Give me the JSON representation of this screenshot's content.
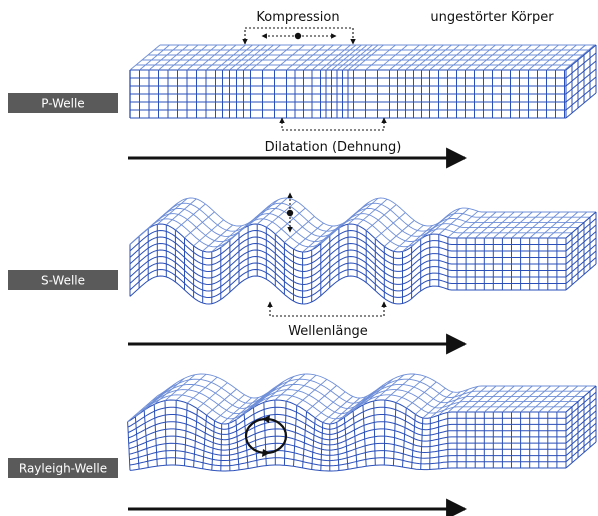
{
  "colors": {
    "mesh": "#2a4fb8",
    "mesh_light": "#6f8fd8",
    "label_bg": "#5a5a5a",
    "label_text": "#ffffff",
    "arrow": "#111111",
    "annotation": "#111111"
  },
  "p_wave": {
    "tag": "P-Welle",
    "compression_label": "Kompression",
    "undisturbed_label": "ungestörter Körper",
    "dilatation_label": "Dilatation (Dehnung)"
  },
  "s_wave": {
    "tag": "S-Welle",
    "wavelength_label": "Wellenlänge"
  },
  "rayleigh_wave": {
    "tag": "Rayleigh-Welle"
  }
}
